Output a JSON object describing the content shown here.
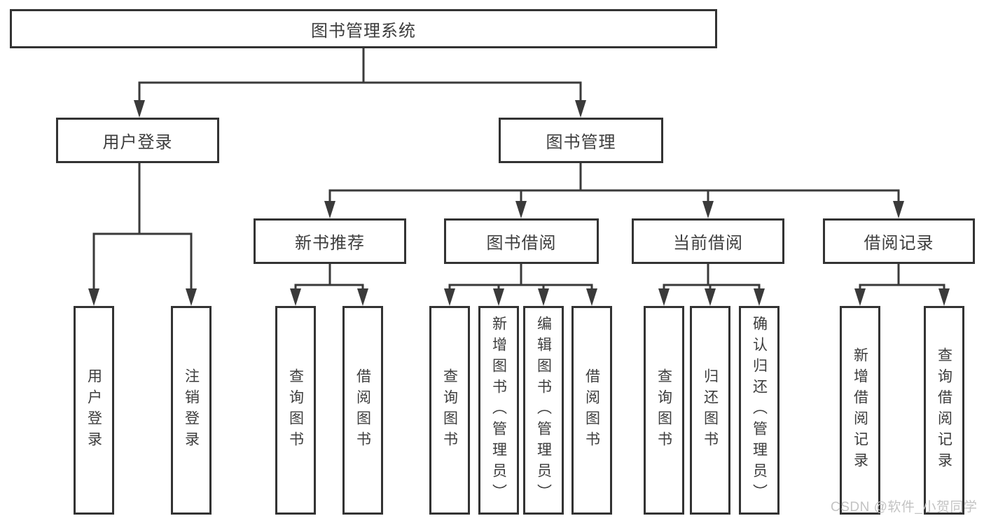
{
  "diagram": {
    "type": "hierarchy-tree",
    "title": "图书管理系统",
    "nodes": {
      "root": {
        "label": "图书管理系统"
      },
      "l2": [
        {
          "label": "用户登录"
        },
        {
          "label": "图书管理"
        }
      ],
      "l3": [
        {
          "label": "新书推荐",
          "parent": "图书管理"
        },
        {
          "label": "图书借阅",
          "parent": "图书管理"
        },
        {
          "label": "当前借阅",
          "parent": "图书管理"
        },
        {
          "label": "借阅记录",
          "parent": "图书管理"
        }
      ],
      "leaves": [
        {
          "label": "用户登录",
          "parent": "用户登录"
        },
        {
          "label": "注销登录",
          "parent": "用户登录"
        },
        {
          "label": "查询图书",
          "parent": "新书推荐"
        },
        {
          "label": "借阅图书",
          "parent": "新书推荐"
        },
        {
          "label": "查询图书",
          "parent": "图书借阅"
        },
        {
          "label": "新增图书（管理员）",
          "parent": "图书借阅"
        },
        {
          "label": "编辑图书（管理员）",
          "parent": "图书借阅"
        },
        {
          "label": "借阅图书",
          "parent": "图书借阅"
        },
        {
          "label": "查询图书",
          "parent": "当前借阅"
        },
        {
          "label": "归还图书",
          "parent": "当前借阅"
        },
        {
          "label": "确认归还（管理员）",
          "parent": "当前借阅"
        },
        {
          "label": "新增借阅记录",
          "parent": "借阅记录"
        },
        {
          "label": "查询借阅记录",
          "parent": "借阅记录"
        }
      ]
    },
    "colors": {
      "line": "#3a3a3a",
      "box_border": "#333333",
      "text": "#3d3d3d",
      "watermark": "#c3c3c3",
      "background": "#ffffff"
    }
  },
  "watermark": {
    "text": "CSDN @软件_小贺同学"
  }
}
